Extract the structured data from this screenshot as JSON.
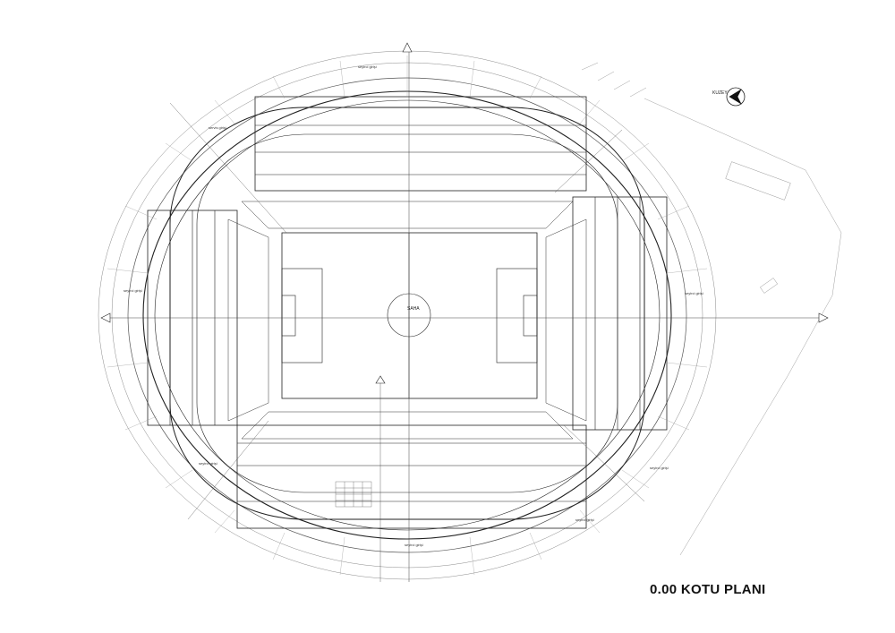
{
  "drawing": {
    "title": "0.00 KOTU PLANI",
    "north_label": "KUZEY",
    "center_label": "SAHA",
    "line_color": "#222222",
    "light_line_color": "#9a9a9a",
    "room_labels": [
      "seyirci girişi",
      "seyirci girişi",
      "seyirci girişi",
      "seyirci girişi",
      "seyirci girişi",
      "seyirci girişi",
      "servis girişi",
      "seyirci girişi"
    ]
  }
}
